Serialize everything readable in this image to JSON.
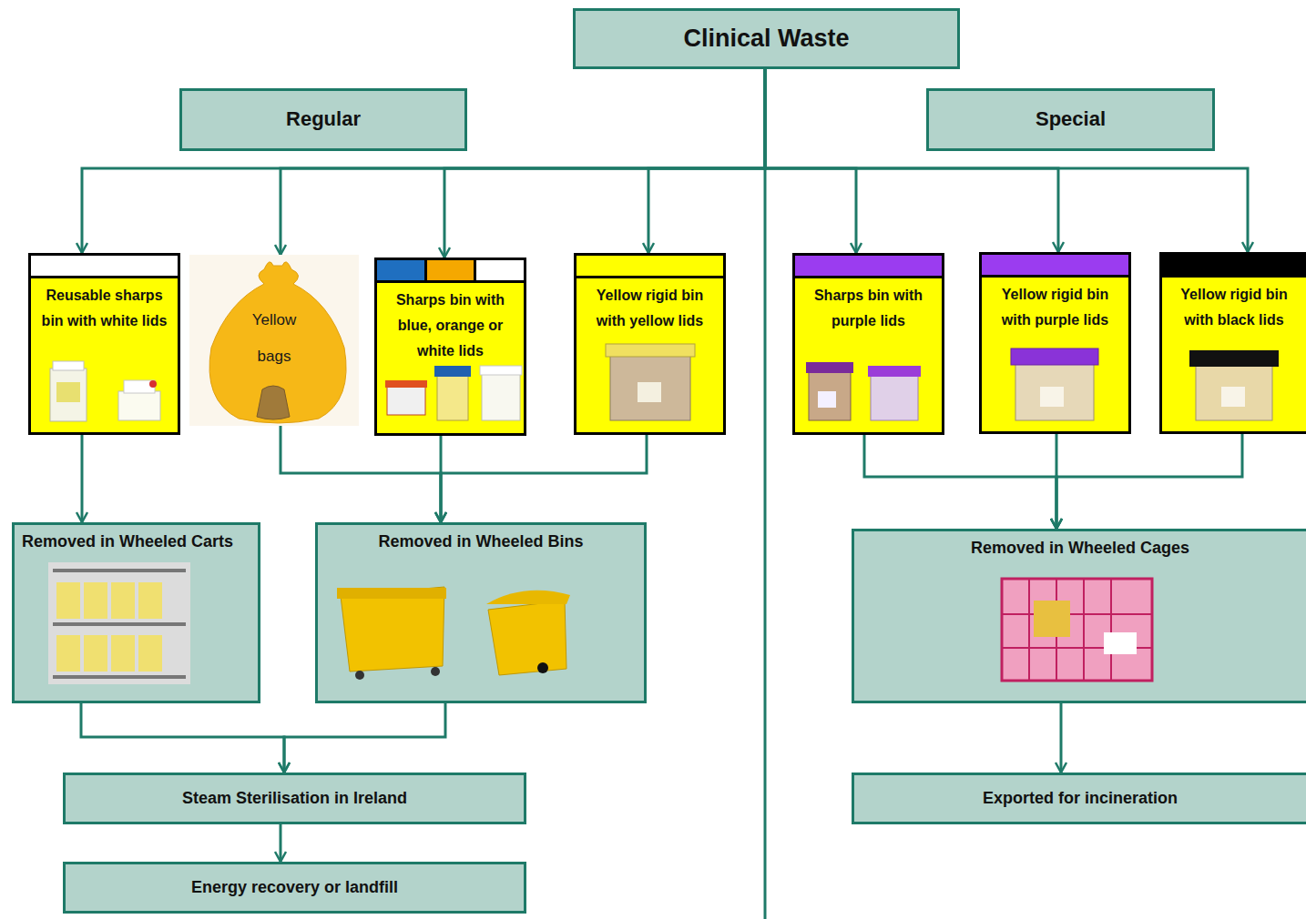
{
  "diagram": {
    "nodes": [
      {
        "text": [
          "Clinical Waste"
        ]
      },
      {
        "text": [
          "Regular"
        ]
      },
      {
        "text": [
          "Special"
        ]
      },
      {
        "text": [
          "Reusable sharps bin with white lids"
        ]
      },
      {
        "text": [
          "Yellow bags"
        ]
      },
      {
        "text": [
          "Sharps bin with blue, orange or white lids"
        ]
      },
      {
        "text": [
          "Yellow rigid bin with yellow lids"
        ]
      },
      {
        "text": [
          "Sharps bin with purple lids"
        ]
      },
      {
        "text": [
          "Yellow rigid bin with purple lids"
        ]
      },
      {
        "text": [
          "Yellow rigid bin with black lids"
        ]
      },
      {
        "text": [
          "Removed in Wheeled Carts"
        ]
      },
      {
        "text": [
          "Removed in Wheeled Bins"
        ]
      },
      {
        "text": [
          "Removed in Wheeled Cages"
        ]
      },
      {
        "text": [
          "Steam Sterilisation in Ireland"
        ]
      },
      {
        "text": [
          "Energy recovery or landfill"
        ]
      },
      {
        "text": [
          "Exported for incineration"
        ]
      }
    ],
    "edges": [
      {
        "from": 0,
        "to": 3,
        "arrow": "to"
      },
      {
        "from": 0,
        "to": 4,
        "arrow": "to"
      },
      {
        "from": 0,
        "to": 5,
        "arrow": "to"
      },
      {
        "from": 0,
        "to": 6,
        "arrow": "to"
      },
      {
        "from": 0,
        "to": 7,
        "arrow": "to"
      },
      {
        "from": 0,
        "to": 8,
        "arrow": "to"
      },
      {
        "from": 0,
        "to": 9,
        "arrow": "to"
      },
      {
        "from": 3,
        "to": 10,
        "arrow": "to"
      },
      {
        "from": 4,
        "to": 11,
        "arrow": "to"
      },
      {
        "from": 5,
        "to": 11,
        "arrow": "to"
      },
      {
        "from": 6,
        "to": 11,
        "arrow": "to"
      },
      {
        "from": 7,
        "to": 12,
        "arrow": "to"
      },
      {
        "from": 8,
        "to": 12,
        "arrow": "to"
      },
      {
        "from": 9,
        "to": 12,
        "arrow": "to"
      },
      {
        "from": 10,
        "to": 13,
        "arrow": "to"
      },
      {
        "from": 11,
        "to": 13,
        "arrow": "to"
      },
      {
        "from": 13,
        "to": 14,
        "arrow": "to"
      },
      {
        "from": 12,
        "to": 15,
        "arrow": "to"
      }
    ]
  }
}
